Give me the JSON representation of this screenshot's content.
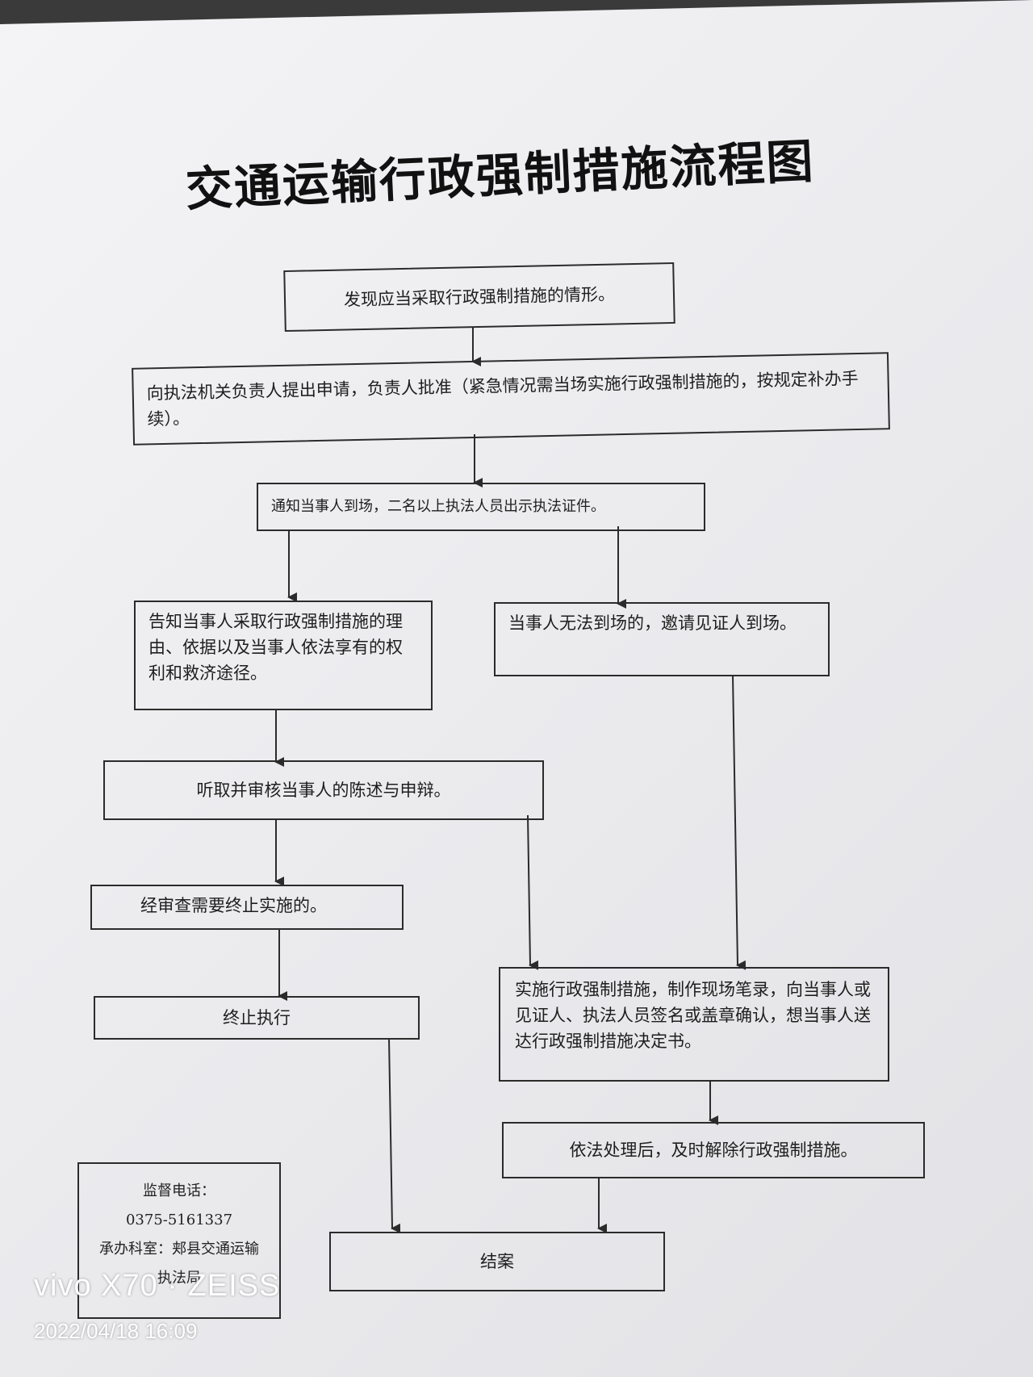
{
  "title": "交通运输行政强制措施流程图",
  "steps": {
    "discover": "发现应当采取行政强制措施的情形。",
    "apply": "向执法机关负责人提出申请，负责人批准（紧急情况需当场实施行政强制措施的，按规定补办手续）。",
    "notify": "通知当事人到场，二名以上执法人员出示执法证件。",
    "inform": "告知当事人采取行政强制措施的理由、依据以及当事人依法享有的权利和救济途径。",
    "absent": "当事人无法到场的，邀请见证人到场。",
    "hear": "听取并审核当事人的陈述与申辩。",
    "review_stop": "经审查需要终止实施的。",
    "terminate": "终止执行",
    "implement": "实施行政强制措施，制作现场笔录，向当事人或见证人、执法人员签名或盖章确认，想当事人送达行政强制措施决定书。",
    "release": "依法处理后，及时解除行政强制措施。",
    "close": "结案"
  },
  "contact": {
    "phone_label": "监督电话：",
    "phone": "0375-5161337",
    "dept_line1": "承办科室：郏县交通运输",
    "dept_line2": "执法局"
  },
  "camera": {
    "brand": "vivo X70 · ZEISS",
    "datetime": "2022/04/18 16:09"
  },
  "colors": {
    "line": "#2b2b2b",
    "text": "#1e1e1e"
  }
}
